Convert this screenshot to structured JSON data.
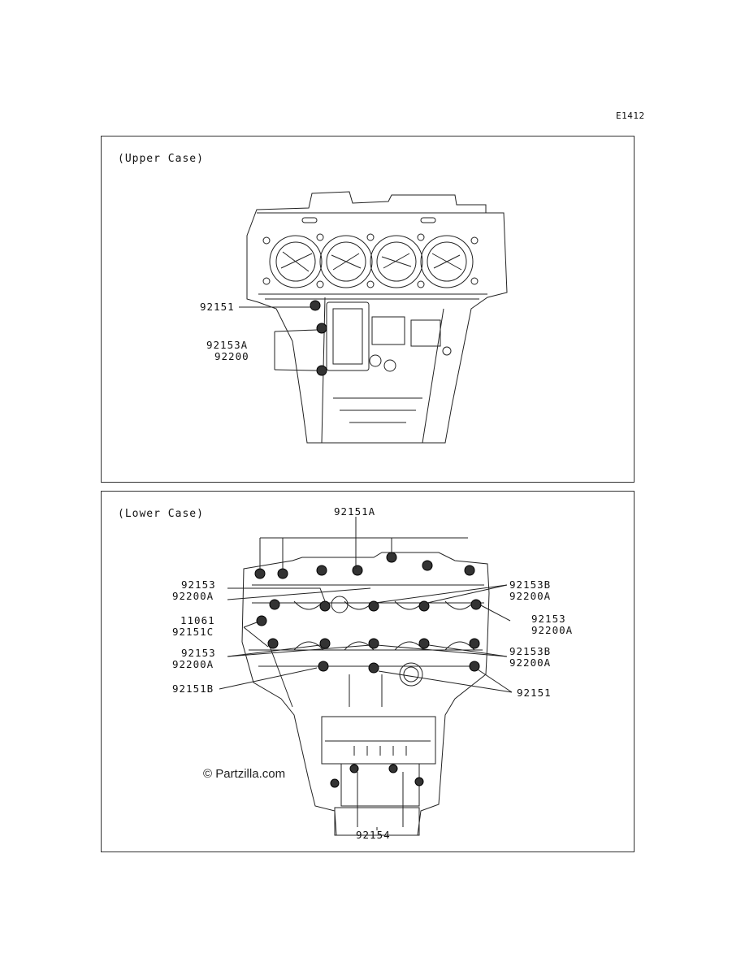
{
  "page_code": "E1412",
  "upper": {
    "title": "(Upper Case)",
    "labels": [
      "92151",
      "92153A",
      "92200"
    ]
  },
  "lower": {
    "title": "(Lower Case)",
    "labels": {
      "top": "92151A",
      "l1a": "92153",
      "l1b": "92200A",
      "l2a": "11061",
      "l2b": "92151C",
      "l3a": "92153",
      "l3b": "92200A",
      "l4": "92151B",
      "r1a": "92153B",
      "r1b": "92200A",
      "r2a": "92153",
      "r2b": "92200A",
      "r3a": "92153B",
      "r3b": "92200A",
      "r4": "92151",
      "bottom": "92154"
    }
  },
  "watermark": "© Partzilla.com",
  "colors": {
    "line": "#222222",
    "bolt": "#333333",
    "background": "#ffffff"
  },
  "icons": [
    "cylinder-bore-icon",
    "bolt-head-icon"
  ]
}
